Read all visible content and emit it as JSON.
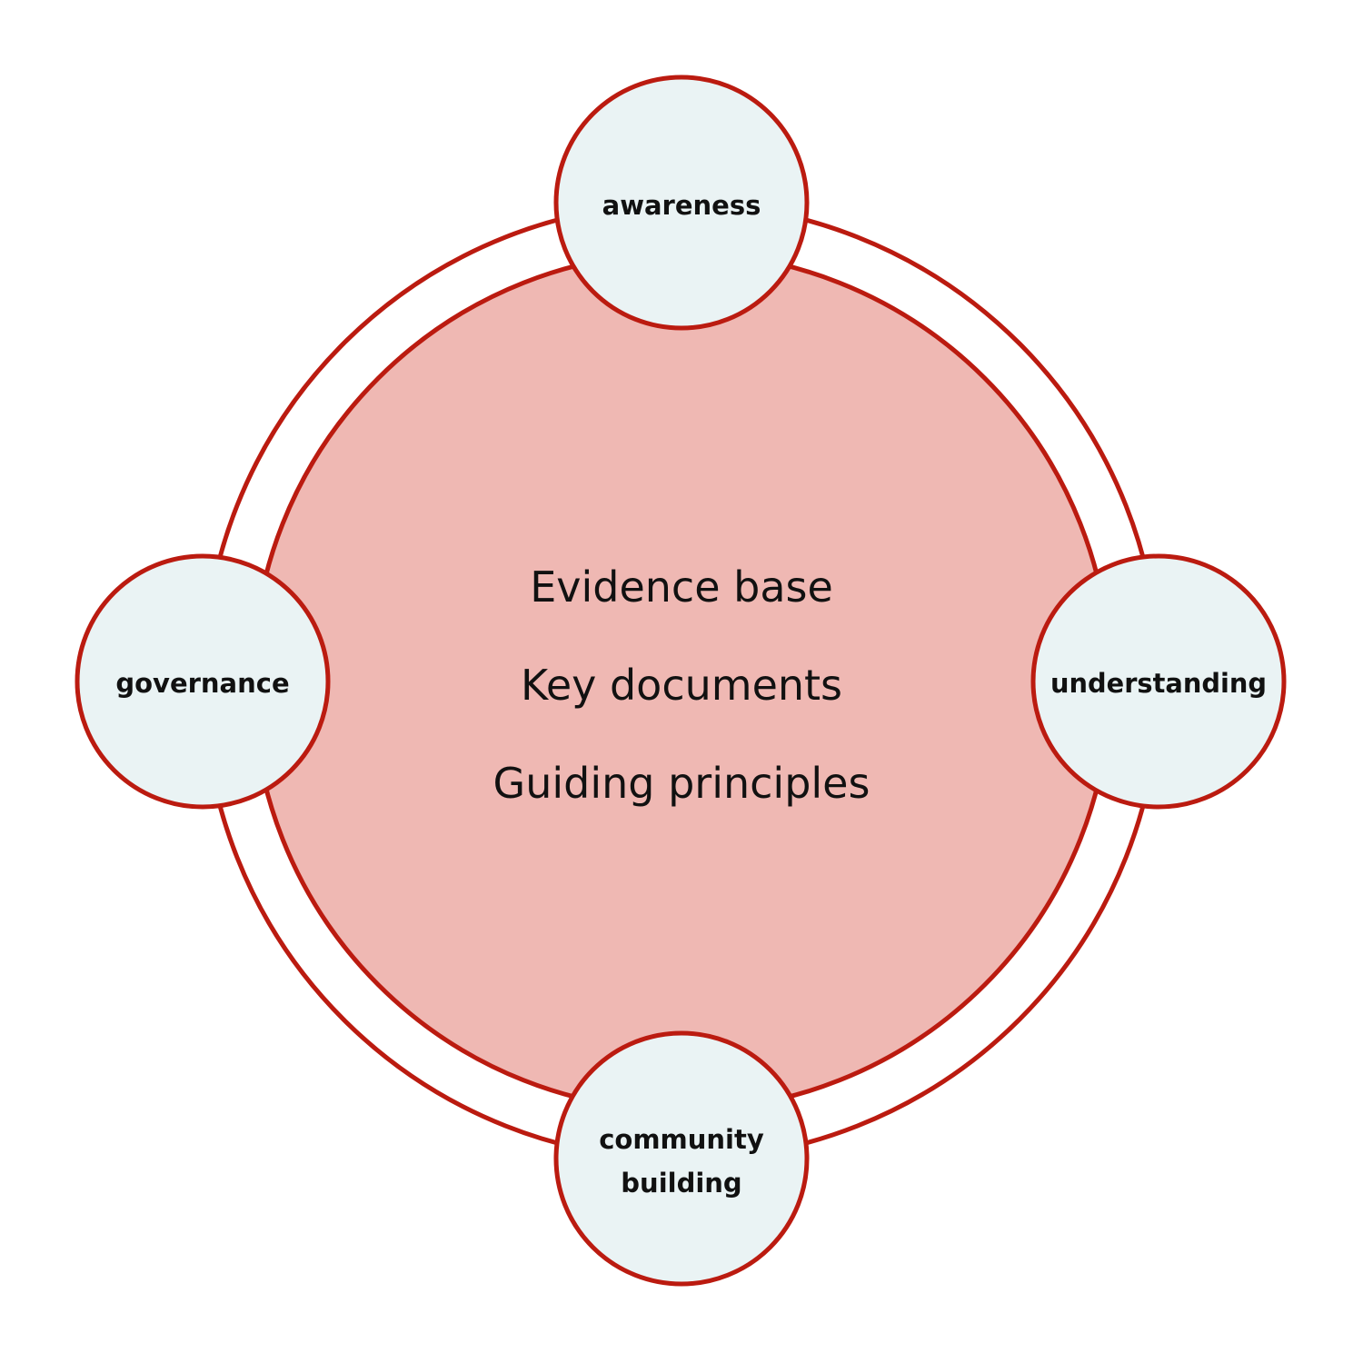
{
  "colors": {
    "stroke": "#bb1b10",
    "core_fill": "#efb8b3",
    "node_fill": "#eaf3f4",
    "background": "#ffffff",
    "text": "#111111"
  },
  "core": {
    "lines": [
      "Evidence base",
      "Key documents",
      "Guiding principles"
    ]
  },
  "nodes": [
    {
      "position": "top",
      "lines": [
        "awareness"
      ]
    },
    {
      "position": "right",
      "lines": [
        "understanding"
      ]
    },
    {
      "position": "bottom",
      "lines": [
        "community",
        "building"
      ]
    },
    {
      "position": "left",
      "lines": [
        "governance"
      ]
    }
  ]
}
